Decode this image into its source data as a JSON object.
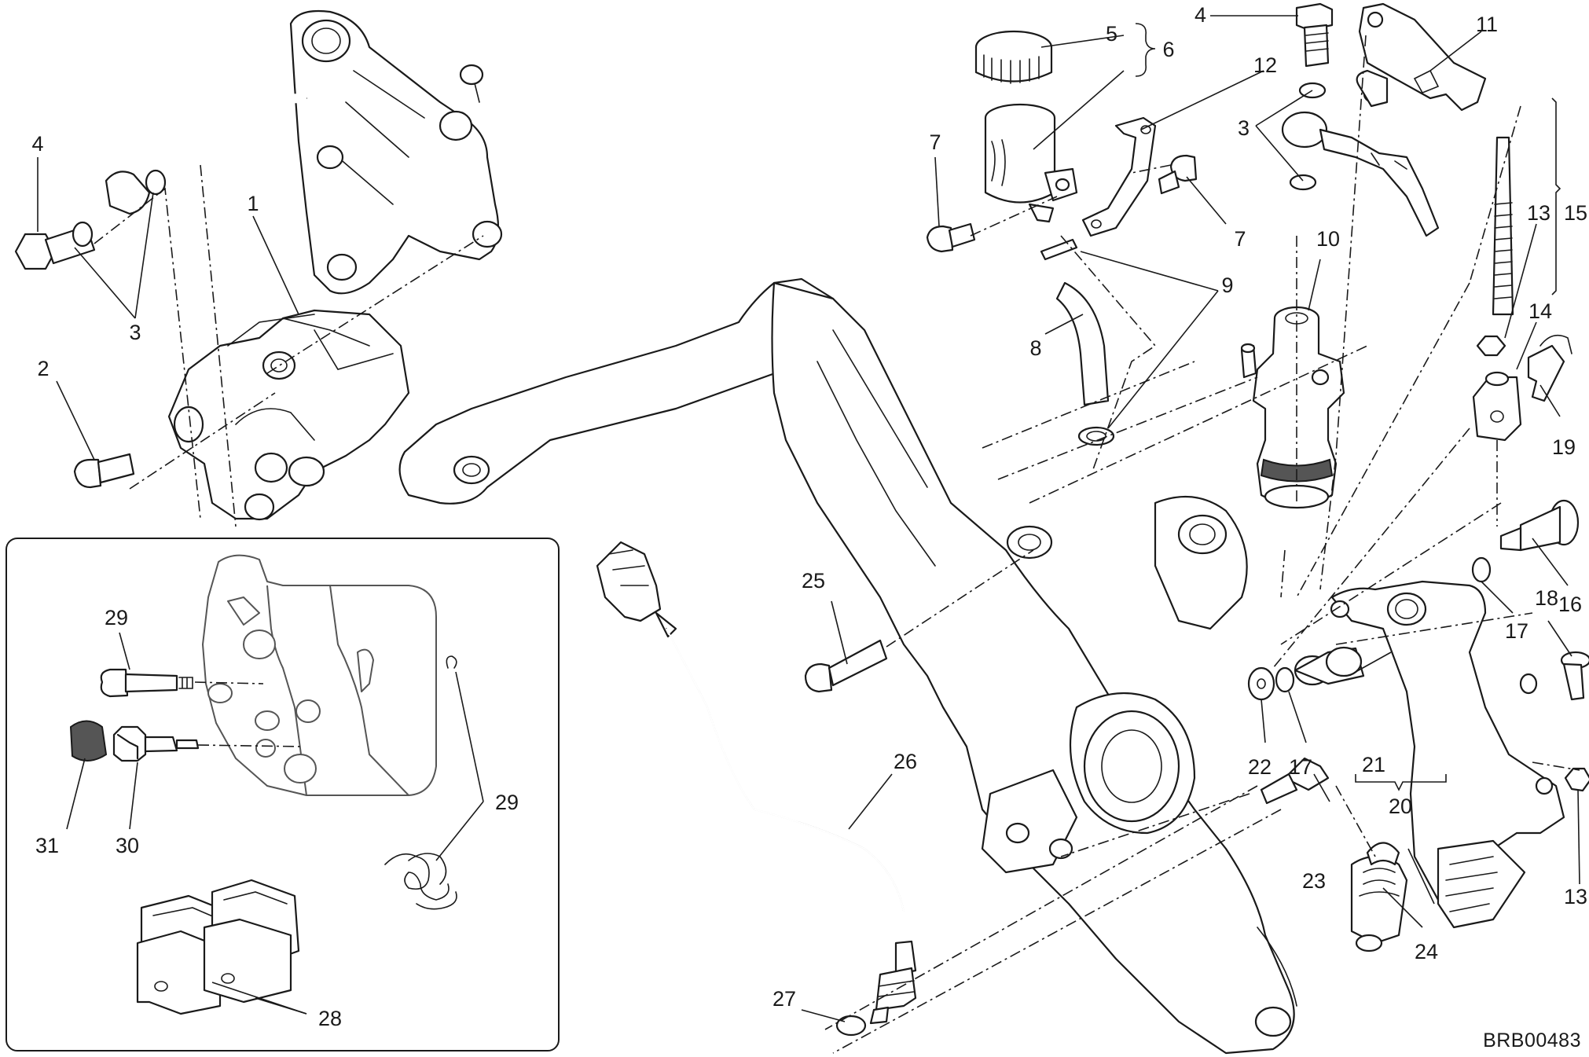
{
  "diagram": {
    "drawing_code": "BRB00483",
    "callouts": [
      {
        "id": "c1",
        "text": "1"
      },
      {
        "id": "c2",
        "text": "2"
      },
      {
        "id": "c3a",
        "text": "3"
      },
      {
        "id": "c4a",
        "text": "4"
      },
      {
        "id": "c5",
        "text": "5"
      },
      {
        "id": "c6",
        "text": "6"
      },
      {
        "id": "c7a",
        "text": "7"
      },
      {
        "id": "c7b",
        "text": "7"
      },
      {
        "id": "c8",
        "text": "8"
      },
      {
        "id": "c9",
        "text": "9"
      },
      {
        "id": "c10",
        "text": "10"
      },
      {
        "id": "c11",
        "text": "11"
      },
      {
        "id": "c12",
        "text": "12"
      },
      {
        "id": "c4b",
        "text": "4"
      },
      {
        "id": "c3b",
        "text": "3"
      },
      {
        "id": "c13a",
        "text": "13"
      },
      {
        "id": "c15",
        "text": "15"
      },
      {
        "id": "c14",
        "text": "14"
      },
      {
        "id": "c19",
        "text": "19"
      },
      {
        "id": "c16",
        "text": "16"
      },
      {
        "id": "c17a",
        "text": "17"
      },
      {
        "id": "c18",
        "text": "18"
      },
      {
        "id": "c21",
        "text": "21"
      },
      {
        "id": "c20",
        "text": "20"
      },
      {
        "id": "c22",
        "text": "22"
      },
      {
        "id": "c17b",
        "text": "17"
      },
      {
        "id": "c13b",
        "text": "13"
      },
      {
        "id": "c23",
        "text": "23"
      },
      {
        "id": "c24",
        "text": "24"
      },
      {
        "id": "c25",
        "text": "25"
      },
      {
        "id": "c26",
        "text": "26"
      },
      {
        "id": "c27",
        "text": "27"
      },
      {
        "id": "c29a",
        "text": "29"
      },
      {
        "id": "c29b",
        "text": "29"
      },
      {
        "id": "c31",
        "text": "31"
      },
      {
        "id": "c30",
        "text": "30"
      },
      {
        "id": "c28",
        "text": "28"
      }
    ]
  }
}
